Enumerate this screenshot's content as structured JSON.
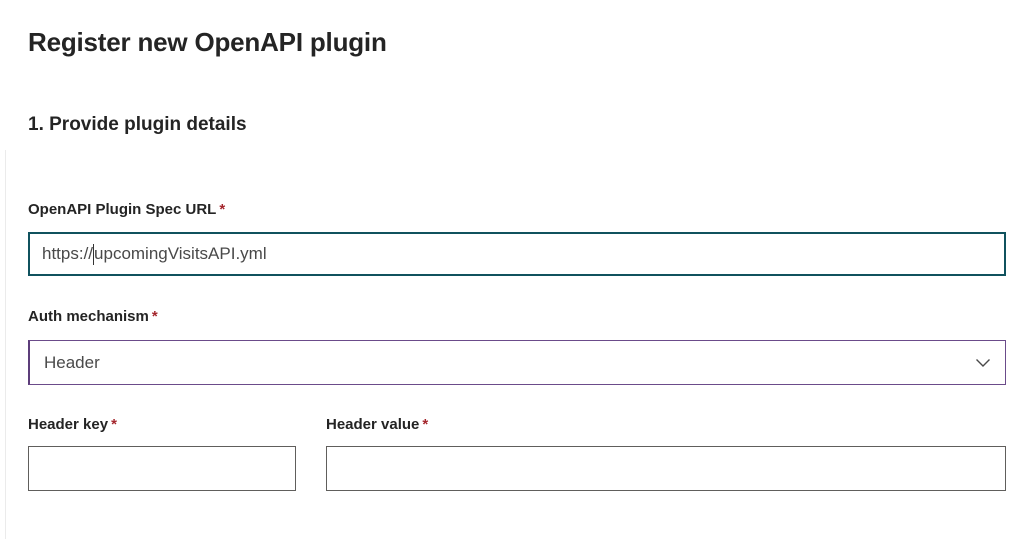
{
  "page": {
    "title": "Register new OpenAPI plugin",
    "section_title": "1. Provide plugin details"
  },
  "form": {
    "required_marker": "*",
    "spec_url": {
      "label": "OpenAPI Plugin Spec URL",
      "value_before_caret": "https://",
      "value_after_caret": "upcomingVisitsAPI.yml",
      "value": "https://upcomingVisitsAPI.yml",
      "focused": true
    },
    "auth_mechanism": {
      "label": "Auth mechanism",
      "selected": "Header",
      "chevron_icon": "chevron-down-icon"
    },
    "header_key": {
      "label": "Header key",
      "value": "",
      "placeholder": ""
    },
    "header_value": {
      "label": "Header value",
      "value": "",
      "placeholder": ""
    }
  },
  "colors": {
    "focus_border": "#10525e",
    "select_border": "#6b4b8a",
    "input_border": "#605e5c",
    "required_red": "#a4262c",
    "text": "#242424"
  }
}
